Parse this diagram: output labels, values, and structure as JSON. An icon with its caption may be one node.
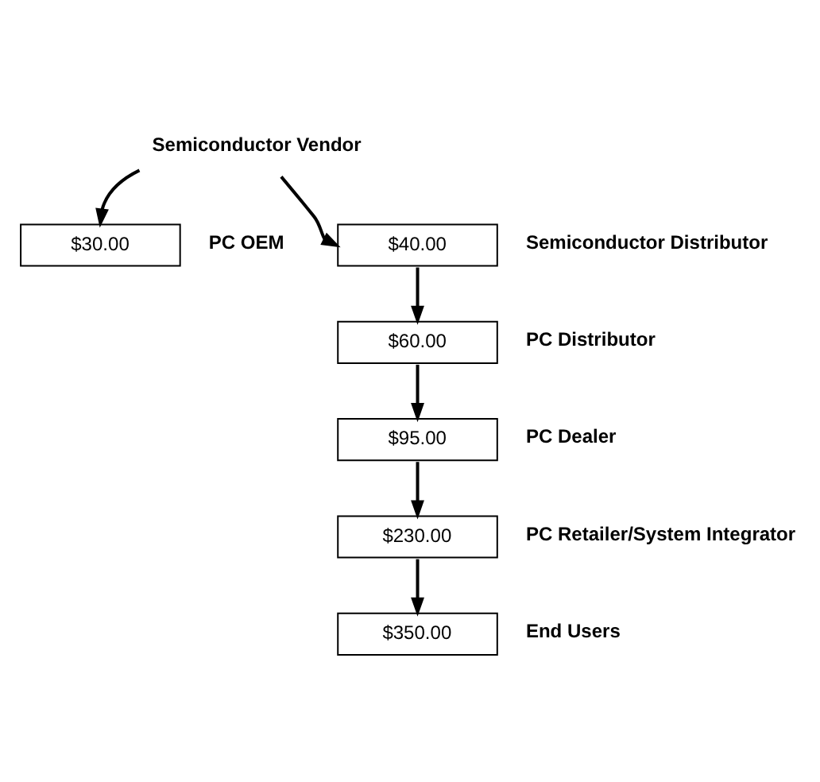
{
  "diagram": {
    "nodes": [
      {
        "text": [
          "Semiconductor Vendor"
        ]
      },
      {
        "text": [
          "$30.00"
        ],
        "beside": [
          "PC OEM"
        ]
      },
      {
        "text": [
          "$40.00"
        ],
        "beside": [
          "Semiconductor Distributor"
        ]
      },
      {
        "text": [
          "$60.00"
        ],
        "beside": [
          "PC Distributor"
        ]
      },
      {
        "text": [
          "$95.00"
        ],
        "beside": [
          "PC Dealer"
        ]
      },
      {
        "text": [
          "$230.00"
        ],
        "beside": [
          "PC Retailer/System Integrator"
        ]
      },
      {
        "text": [
          "$350.00"
        ],
        "beside": [
          "End Users"
        ]
      }
    ],
    "edges": [
      {
        "from": 0,
        "to": 1,
        "arrow": "to"
      },
      {
        "from": 0,
        "to": 2,
        "arrow": "to"
      },
      {
        "from": 2,
        "to": 3,
        "arrow": "to"
      },
      {
        "from": 3,
        "to": 4,
        "arrow": "to"
      },
      {
        "from": 4,
        "to": 5,
        "arrow": "to"
      },
      {
        "from": 5,
        "to": 6,
        "arrow": "to"
      }
    ]
  }
}
